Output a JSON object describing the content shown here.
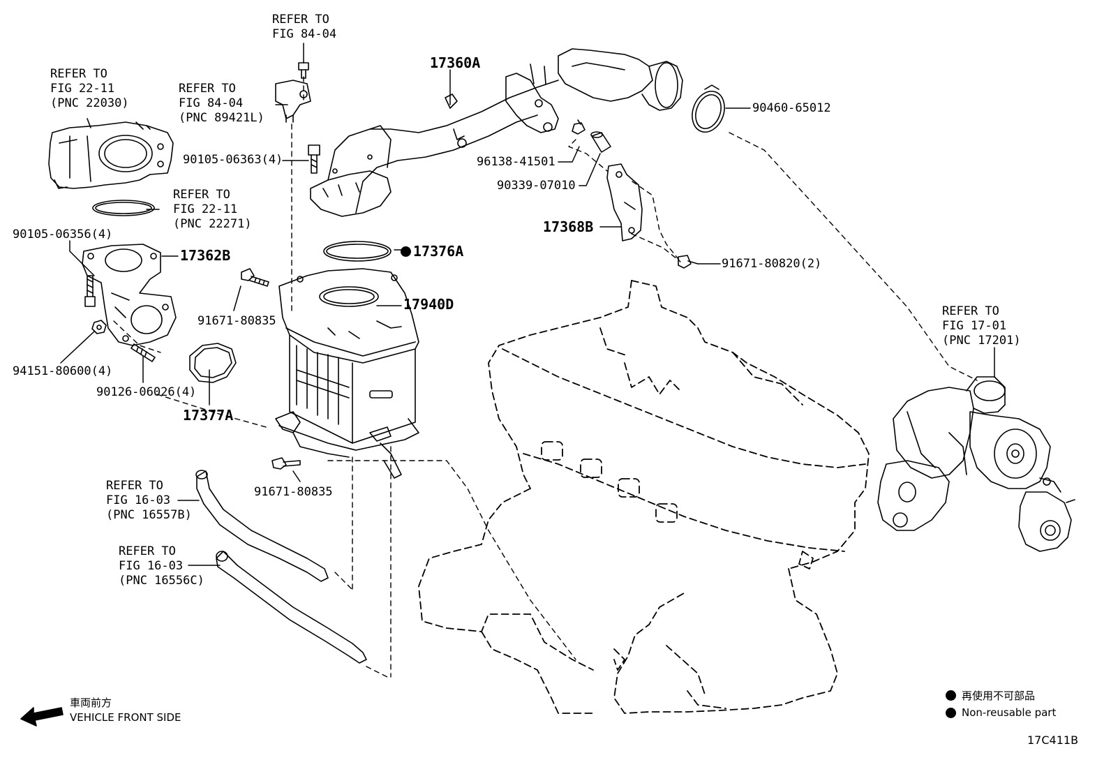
{
  "refs": {
    "fig8404_top": {
      "line1": "REFER TO",
      "line2": "FIG 84-04"
    },
    "fig2211_throttle": {
      "line1": "REFER TO",
      "line2": "FIG 22-11",
      "line3": "(PNC 22030)"
    },
    "fig8404_sensor": {
      "line1": "REFER TO",
      "line2": "FIG 84-04",
      "line3": "(PNC 89421L)"
    },
    "fig2211_gasket": {
      "line1": "REFER TO",
      "line2": "FIG 22-11",
      "line3": "(PNC 22271)"
    },
    "fig1701_turbo": {
      "line1": "REFER TO",
      "line2": "FIG 17-01",
      "line3": "(PNC 17201)"
    },
    "fig1603_hose_a": {
      "line1": "REFER TO",
      "line2": "FIG 16-03",
      "line3": "(PNC 16557B)"
    },
    "fig1603_hose_b": {
      "line1": "REFER TO",
      "line2": "FIG 16-03",
      "line3": "(PNC 16556C)"
    }
  },
  "parts": {
    "p17360A": "17360A",
    "p90460": "90460-65012",
    "p90105_06363": "90105-06363(4)",
    "p96138": "96138-41501",
    "p90339": "90339-07010",
    "p17368B": "17368B",
    "p91671_80820": "91671-80820(2)",
    "p90105_06356": "90105-06356(4)",
    "p17362B": "17362B",
    "p17376A": "17376A",
    "p91671_80835_a": "91671-80835",
    "p17940D": "17940D",
    "p94151": "94151-80600(4)",
    "p90126": "90126-06026(4)",
    "p17377A": "17377A",
    "p91671_80835_b": "91671-80835"
  },
  "legend": {
    "jp": "再使用不可部品",
    "en": "Non-reusable part"
  },
  "direction": {
    "jp": "車両前方",
    "en": "VEHICLE FRONT SIDE"
  },
  "figure_id": "17C411B"
}
